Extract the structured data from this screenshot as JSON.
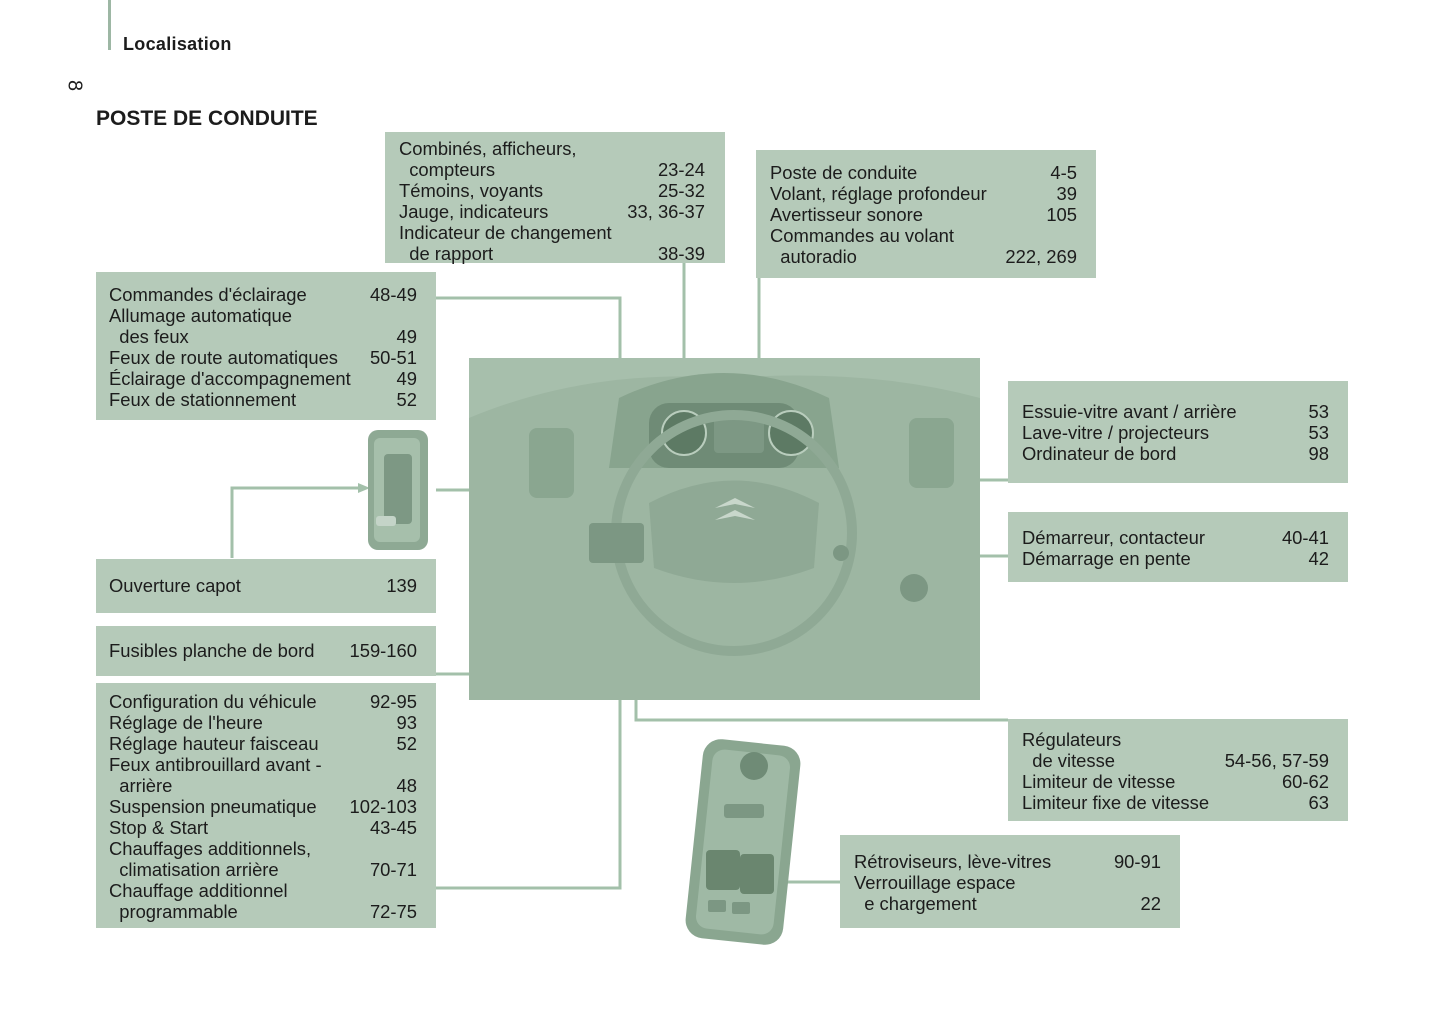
{
  "header": {
    "section": "Localisation",
    "page_number": "8"
  },
  "title": "POSTE DE CONDUITE",
  "boxes": {
    "combines": [
      {
        "label": "Combinés, afficheurs,",
        "page": ""
      },
      {
        "label": "  compteurs",
        "page": "23-24"
      },
      {
        "label": "Témoins, voyants",
        "page": "25-32"
      },
      {
        "label": "Jauge, indicateurs",
        "page": "33, 36-37"
      },
      {
        "label": "Indicateur de changement",
        "page": ""
      },
      {
        "label": "  de rapport",
        "page": "38-39"
      }
    ],
    "poste": [
      {
        "label": "Poste de conduite",
        "page": "4-5"
      },
      {
        "label": "Volant, réglage profondeur",
        "page": "39"
      },
      {
        "label": "Avertisseur sonore",
        "page": "105"
      },
      {
        "label": "Commandes au volant",
        "page": ""
      },
      {
        "label": "  autoradio",
        "page": "222, 269"
      }
    ],
    "eclairage": [
      {
        "label": "Commandes d'éclairage",
        "page": "48-49"
      },
      {
        "label": "Allumage automatique",
        "page": ""
      },
      {
        "label": "  des feux",
        "page": "49"
      },
      {
        "label": "Feux de route automatiques",
        "page": "50-51"
      },
      {
        "label": "Éclairage d'accompagnement",
        "page": "49"
      },
      {
        "label": "Feux de stationnement",
        "page": "52"
      }
    ],
    "essuie": [
      {
        "label": "Essuie-vitre avant / arrière",
        "page": "53"
      },
      {
        "label": "Lave-vitre / projecteurs",
        "page": "53"
      },
      {
        "label": "Ordinateur de bord",
        "page": "98"
      }
    ],
    "demarreur": [
      {
        "label": "Démarreur, contacteur",
        "page": "40-41"
      },
      {
        "label": "Démarrage en pente",
        "page": "42"
      }
    ],
    "capot": [
      {
        "label": "Ouverture capot",
        "page": "139"
      }
    ],
    "fusibles": [
      {
        "label": "Fusibles planche de bord",
        "page": "159-160"
      }
    ],
    "config": [
      {
        "label": "Configuration du véhicule",
        "page": "92-95"
      },
      {
        "label": "Réglage de l'heure",
        "page": "93"
      },
      {
        "label": "Réglage hauteur faisceau",
        "page": "52"
      },
      {
        "label": "Feux antibrouillard avant -",
        "page": ""
      },
      {
        "label": "  arrière",
        "page": "48"
      },
      {
        "label": "Suspension pneumatique",
        "page": "102-103"
      },
      {
        "label": "Stop & Start",
        "page": "43-45"
      },
      {
        "label": "Chauffages additionnels,",
        "page": ""
      },
      {
        "label": "  climatisation arrière",
        "page": "70-71"
      },
      {
        "label": "Chauffage additionnel",
        "page": ""
      },
      {
        "label": "  programmable",
        "page": "72-75"
      }
    ],
    "regulateurs": [
      {
        "label": "Régulateurs",
        "page": ""
      },
      {
        "label": "  de vitesse",
        "page": "54-56, 57-59"
      },
      {
        "label": "Limiteur de vitesse",
        "page": "60-62"
      },
      {
        "label": "Limiteur fixe de vitesse",
        "page": "63"
      }
    ],
    "retro": [
      {
        "label": "Rétroviseurs, lève-vitres",
        "page": "90-91"
      },
      {
        "label": "Verrouillage espace",
        "page": ""
      },
      {
        "label": "  e chargement",
        "page": "22"
      }
    ]
  },
  "colors": {
    "box_fill": "#b5cab9",
    "connector": "#a3c0aa",
    "photo_tint": "#9fb8a4"
  }
}
